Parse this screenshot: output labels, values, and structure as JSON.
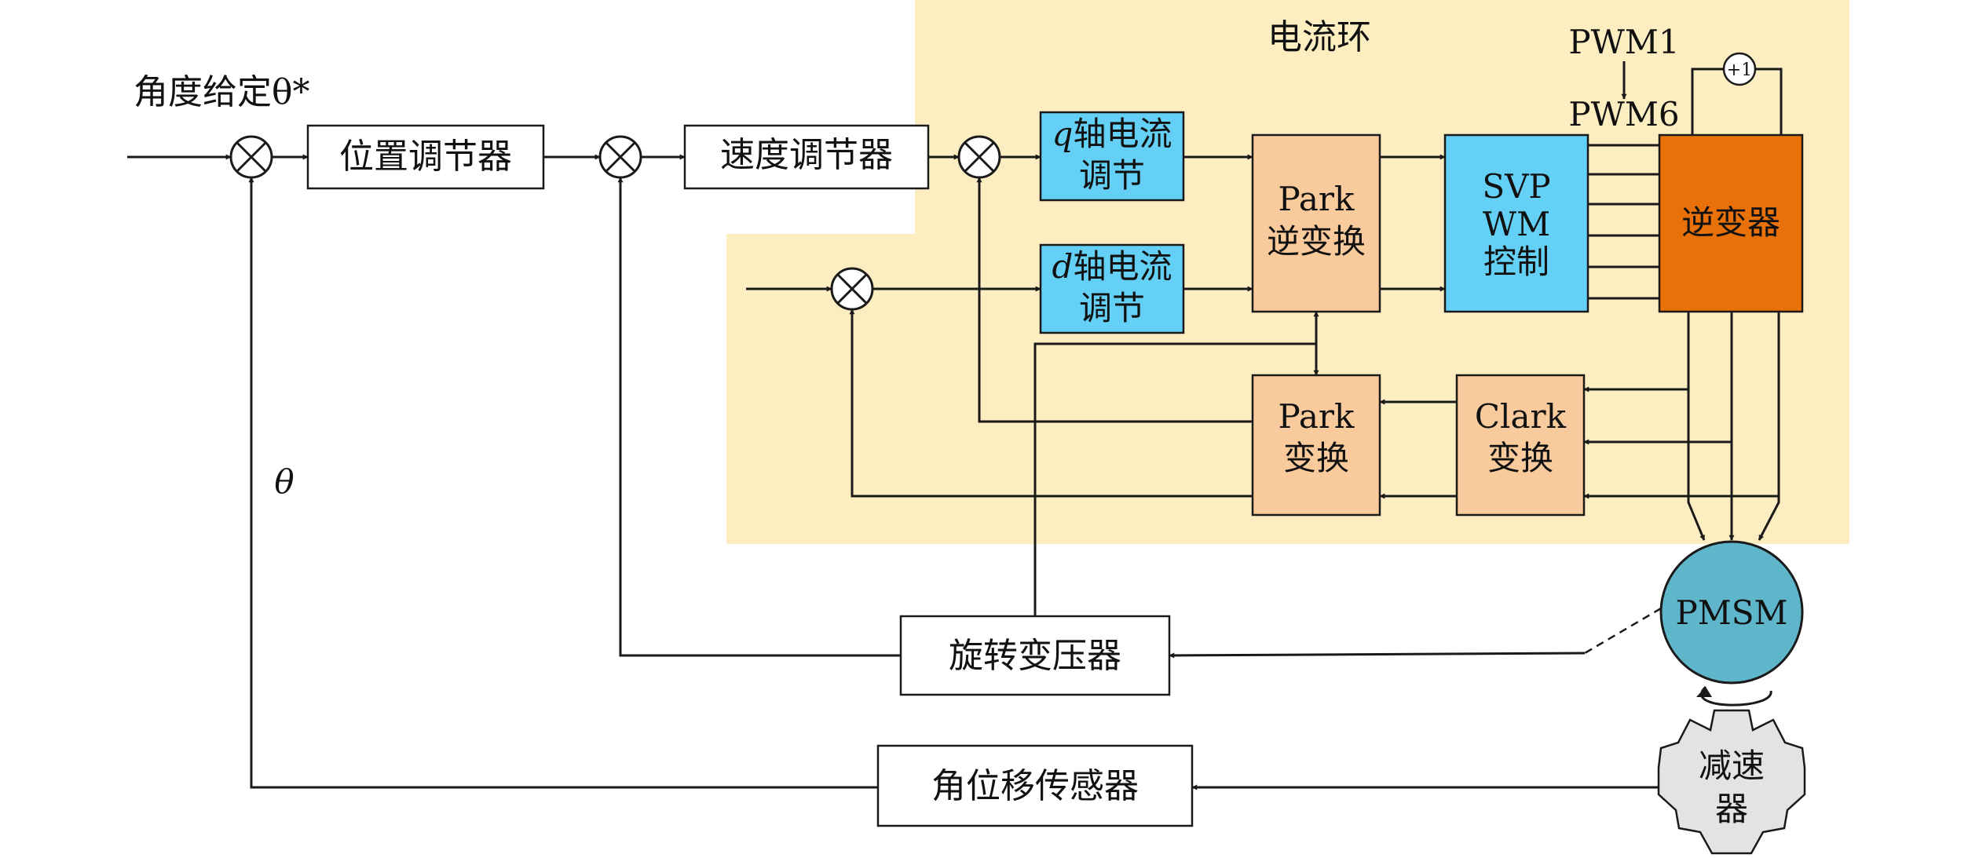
{
  "colors": {
    "region_bg": "#FDEEC2",
    "blue_block": "#64D0F6",
    "peach_block": "#F9CB9C",
    "inverter": "#E8710A",
    "motor": "#5FB6CB",
    "gear": "#E3E3E3"
  },
  "labels": {
    "current_loop": "电流环",
    "angle_setpoint": "角度给定θ*",
    "theta": "θ",
    "pwm1": "PWM1",
    "pwm6": "PWM6",
    "plus_one": "+1"
  },
  "blocks": {
    "position_regulator": "位置调节器",
    "speed_regulator": "速度调节器",
    "q_axis_current": {
      "line1_var": "q",
      "line1_text": "轴电流",
      "line2": "调节"
    },
    "d_axis_current": {
      "line1_var": "d",
      "line1_text": "轴电流",
      "line2": "调节"
    },
    "park_inverse": {
      "line1": "Park",
      "line2": "逆变换"
    },
    "svpwm": {
      "line1": "SVP",
      "line2": "WM",
      "line3": "控制"
    },
    "inverter": "逆变器",
    "park": {
      "line1": "Park",
      "line2": "变换"
    },
    "clark": {
      "line1": "Clark",
      "line2": "变换"
    },
    "pmsm": "PMSM",
    "resolver": "旋转变压器",
    "reducer": {
      "line1": "减速",
      "line2": "器"
    },
    "angle_sensor": "角位移传感器"
  }
}
